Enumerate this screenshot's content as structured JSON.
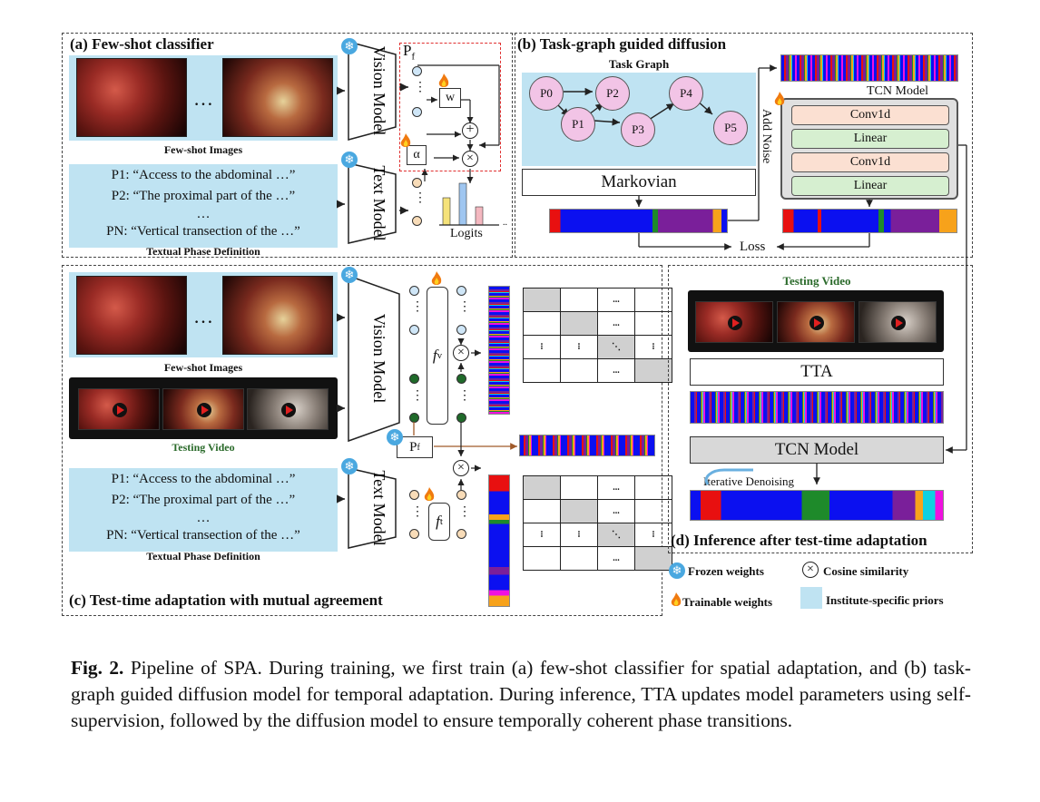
{
  "panel_a": {
    "title": "(a) Few-shot classifier",
    "images_label": "Few-shot Images",
    "ellipsis": "…",
    "vision_model": "Vision Model",
    "text_model": "Text Model",
    "pf": "P",
    "pf_sub": "f",
    "w": "w",
    "alpha": "α",
    "logits": "Logits",
    "definitions": [
      "P1: “Access to the abdominal …”",
      "P2: “The proximal part of the …”",
      "…",
      "PN: “Vertical transection of the …”"
    ],
    "definitions_label": "Textual Phase Definition"
  },
  "panel_b": {
    "title": "(b) Task-graph guided diffusion",
    "graph_label": "Task Graph",
    "nodes": [
      "P0",
      "P1",
      "P2",
      "P3",
      "P4",
      "P5"
    ],
    "markovian": "Markovian",
    "add_noise": "Add Noise",
    "tcn_label": "TCN Model",
    "layers": [
      "Conv1d",
      "Linear",
      "Conv1d",
      "Linear"
    ],
    "loss": "Loss"
  },
  "panel_c": {
    "title": "(c) Test-time adaptation with mutual agreement",
    "images_label": "Few-shot Images",
    "testing_video": "Testing Video",
    "vision_model": "Vision Model",
    "text_model": "Text Model",
    "fv": "f",
    "fv_sub": "v",
    "ft": "f",
    "ft_sub": "t",
    "pf": "P",
    "pf_sub": "f",
    "definitions": [
      "P1: “Access to the abdominal …”",
      "P2: “The proximal part of the …”",
      "…",
      "PN: “Vertical transection of the …”"
    ],
    "definitions_label": "Textual Phase Definition",
    "grid_marks": {
      "dots": "...",
      "vdots": "⁝",
      "ddots": "⋱"
    }
  },
  "panel_d": {
    "title": "(d) Inference after test-time adaptation",
    "testing_video": "Testing Video",
    "tta": "TTA",
    "tcn": "TCN Model",
    "denoise": "Iterative Denoising"
  },
  "legend": {
    "frozen": "Frozen weights",
    "cosine": "Cosine similarity",
    "trainable": "Trainable weights",
    "priors": "Institute-specific priors"
  },
  "caption": {
    "label": "Fig. 2.",
    "text": " Pipeline of SPA. During training, we first train (a) few-shot classifier for spatial adaptation, and (b) task-graph guided diffusion model for temporal adaptation. During inference, TTA updates model parameters using self-supervision, followed by the diffusion model to ensure temporally coherent phase transitions."
  },
  "colors": {
    "prior_blue": "#bfe3f2",
    "node_pink": "#f2c4e6",
    "conv_orange": "#fbe0d2",
    "linear_green": "#d6efd0",
    "phase_blue": "#0b10f0",
    "phase_red": "#e81010",
    "phase_green": "#1e8a2a",
    "phase_purple": "#7a1f9a",
    "phase_orange": "#f7a21b",
    "phase_magenta": "#f010e0",
    "phase_cyan": "#10d0e0"
  }
}
